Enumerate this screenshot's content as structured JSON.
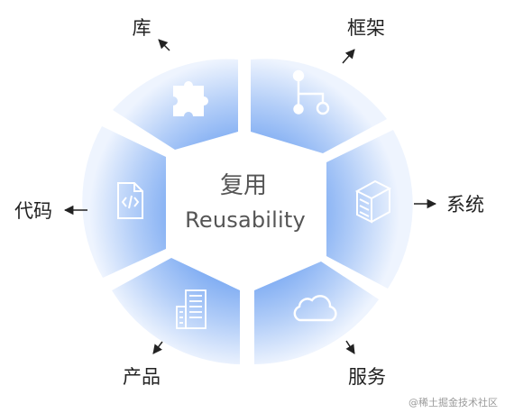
{
  "center": {
    "title": "复用",
    "subtitle": "Reusability"
  },
  "segments": [
    {
      "id": "library",
      "label": "库",
      "icon": "puzzle-icon"
    },
    {
      "id": "framework",
      "label": "框架",
      "icon": "flow-node-icon"
    },
    {
      "id": "system",
      "label": "系统",
      "icon": "server-box-icon"
    },
    {
      "id": "service",
      "label": "服务",
      "icon": "cloud-icon"
    },
    {
      "id": "product",
      "label": "产品",
      "icon": "building-icon"
    },
    {
      "id": "code",
      "label": "代码",
      "icon": "code-file-icon"
    }
  ],
  "colors": {
    "segment_outer": "#f1f6fe",
    "segment_inner": "#6fa0f0",
    "arrow": "#222222"
  },
  "watermark": "@稀土掘金技术社区"
}
